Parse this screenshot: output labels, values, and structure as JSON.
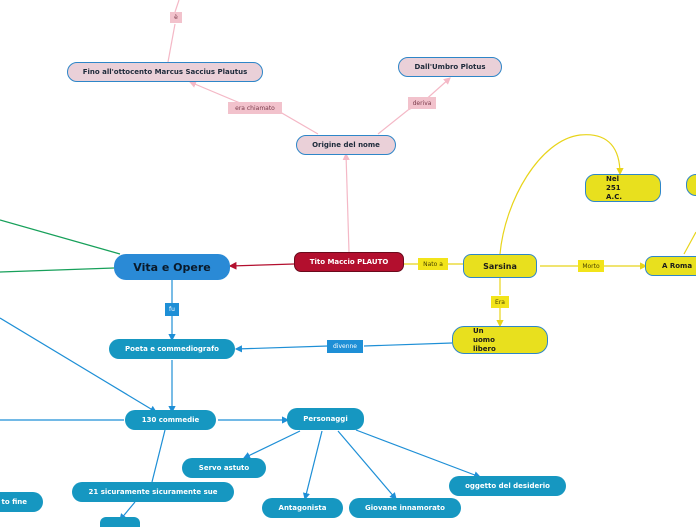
{
  "nodes": {
    "fino": "Fino all'ottocento Marcus Saccius Plautus",
    "umbro": "Dall'Umbro Plotus",
    "origine": "Origine del nome",
    "tito": "Tito Maccio PLAUTO",
    "vita": "Vita e Opere",
    "sarsina": "Sarsina",
    "nel251": "Nel 251 A.C.",
    "aroma": "A Roma",
    "uomo": "Un uomo libero",
    "poeta": "Poeta e commediografo",
    "commedie": "130 commedie",
    "personaggi": "Personaggi",
    "servo": "Servo astuto",
    "sicuramente": "21 sicuramente sicuramente sue",
    "antagonista": "Antagonista",
    "giovane": "Giovane innamorato",
    "oggetto": "oggetto del desiderio",
    "lieto": "to fine"
  },
  "labels": {
    "e": "è",
    "era_chiamato": "era chiamato",
    "deriva": "deriva",
    "nato_a": "Nato a",
    "morto": "Morto",
    "era": "Era",
    "divenne": "divenne",
    "fu": "fu"
  },
  "colors": {
    "pink_node": "#ead0d8",
    "red_node": "#b30f2e",
    "yellow_node": "#e8e01e",
    "blue_node": "#1697c1",
    "main_node": "#2a8ad6",
    "green_line": "#17a05a"
  }
}
